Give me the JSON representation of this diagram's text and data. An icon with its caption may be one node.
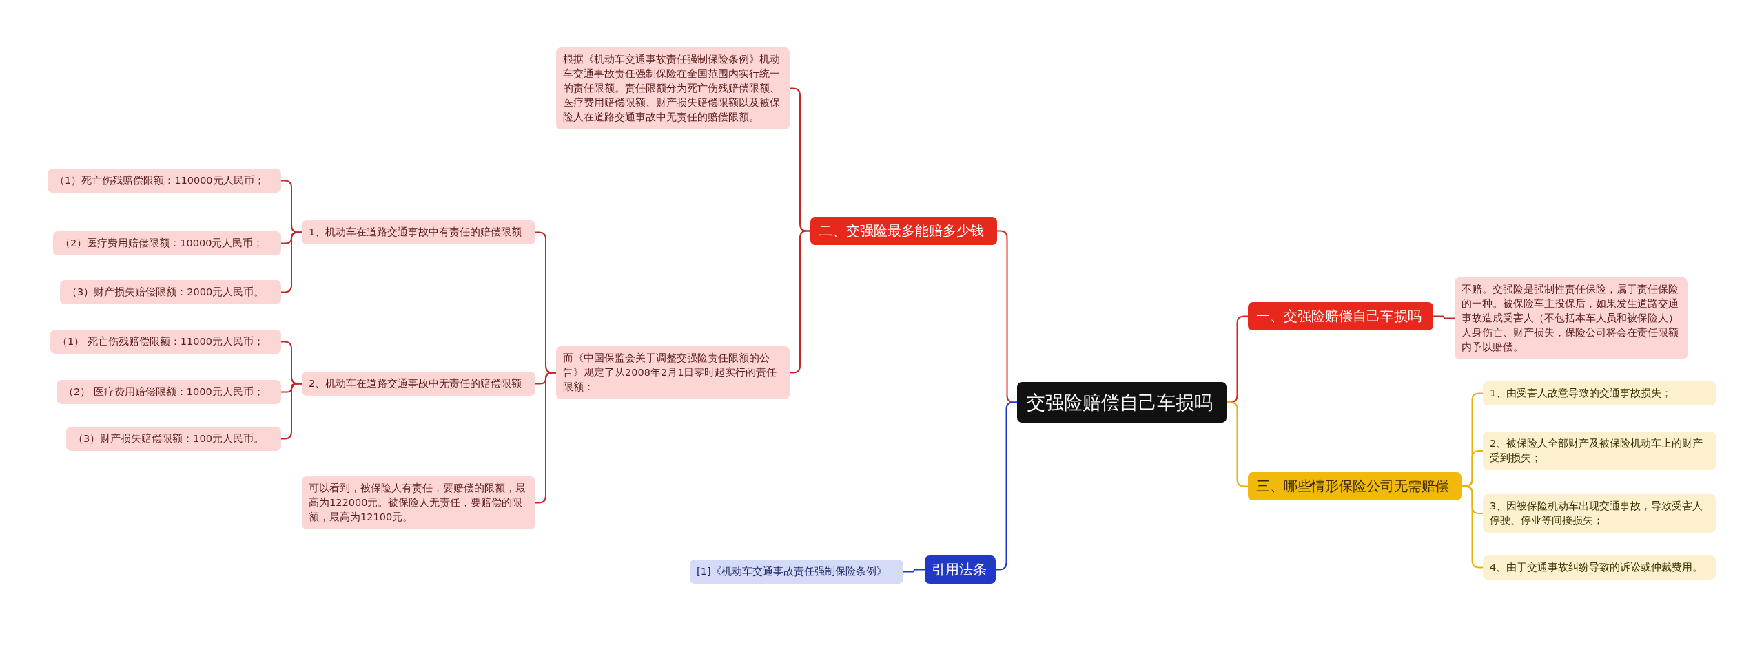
{
  "diagram": {
    "nodes": [
      {
        "text": [
          "交强险赔偿自己车损吗"
        ]
      },
      {
        "text": [
          "二、交强险最多能赔多少钱"
        ]
      },
      {
        "text": [
          "根据《机动车交通事故责任强制保险条例》机动车交通事故责任强制保险在全国范围内实行统一的责任限额。责任限额分为死亡伤残赔偿限额、医疗费用赔偿限额、财产损失赔偿限额以及被保险人在道路交通事故中无责任的赔偿限额。"
        ]
      },
      {
        "text": [
          "而《中国保监会关于调整交强险责任限额的公告》规定了从2008年2月1日零时起实行的责任限额："
        ]
      },
      {
        "text": [
          "1、机动车在道路交通事故中有责任的赔偿限额"
        ]
      },
      {
        "text": [
          "（1）死亡伤残赔偿限额：110000元人民币；"
        ]
      },
      {
        "text": [
          "（2）医疗费用赔偿限额：10000元人民币；"
        ]
      },
      {
        "text": [
          "（3）财产损失赔偿限额：2000元人民币。"
        ]
      },
      {
        "text": [
          "2、机动车在道路交通事故中无责任的赔偿限额"
        ]
      },
      {
        "text": [
          "（1） 死亡伤残赔偿限额：11000元人民币；"
        ]
      },
      {
        "text": [
          "（2） 医疗费用赔偿限额：1000元人民币；"
        ]
      },
      {
        "text": [
          "（3）财产损失赔偿限额：100元人民币。"
        ]
      },
      {
        "text": [
          "可以看到，被保险人有责任，要赔偿的限额，最高为122000元。被保险人无责任，要赔偿的限额，最高为12100元。"
        ]
      },
      {
        "text": [
          "引用法条"
        ]
      },
      {
        "text": [
          "[1]《机动车交通事故责任强制保险条例》"
        ]
      },
      {
        "text": [
          "一、交强险赔偿自己车损吗"
        ]
      },
      {
        "text": [
          "不赔。交强险是强制性责任保险，属于责任保险的一种。被保险车主投保后，如果发生道路交通事故造成受害人（不包括本车人员和被保险人）人身伤亡、财产损失，保险公司将会在责任限额内予以赔偿。"
        ]
      },
      {
        "text": [
          "三、哪些情形保险公司无需赔偿"
        ]
      },
      {
        "text": [
          "1、由受害人故意导致的交通事故损失；"
        ]
      },
      {
        "text": [
          "2、被保险人全部财产及被保险机动车上的财产受到损失；"
        ]
      },
      {
        "text": [
          "3、因被保险机动车出现交通事故，导致受害人停驶、停业等间接损失；"
        ]
      },
      {
        "text": [
          "4、由于交通事故纠纷导致的诉讼或仲裁费用。"
        ]
      }
    ],
    "edges": [
      {
        "from": 0,
        "to": 1,
        "arrow": "none",
        "color": "#e0261c"
      },
      {
        "from": 1,
        "to": 2,
        "arrow": "none"
      },
      {
        "from": 1,
        "to": 3,
        "arrow": "none"
      },
      {
        "from": 3,
        "to": 4,
        "arrow": "none"
      },
      {
        "from": 4,
        "to": 5,
        "arrow": "none"
      },
      {
        "from": 4,
        "to": 6,
        "arrow": "none"
      },
      {
        "from": 4,
        "to": 7,
        "arrow": "none"
      },
      {
        "from": 3,
        "to": 8,
        "arrow": "none"
      },
      {
        "from": 8,
        "to": 9,
        "arrow": "none"
      },
      {
        "from": 8,
        "to": 10,
        "arrow": "none"
      },
      {
        "from": 8,
        "to": 11,
        "arrow": "none"
      },
      {
        "from": 3,
        "to": 12,
        "arrow": "none"
      },
      {
        "from": 0,
        "to": 13,
        "arrow": "none",
        "color": "#2239c8"
      },
      {
        "from": 13,
        "to": 14,
        "arrow": "none",
        "color": "#2239c8"
      },
      {
        "from": 0,
        "to": 15,
        "arrow": "none",
        "color": "#e0261c"
      },
      {
        "from": 15,
        "to": 16,
        "arrow": "none"
      },
      {
        "from": 0,
        "to": 17,
        "arrow": "none",
        "color": "#e8b20e"
      },
      {
        "from": 17,
        "to": 18,
        "arrow": "none",
        "color": "#e8b20e"
      },
      {
        "from": 17,
        "to": 19,
        "arrow": "none",
        "color": "#e8b20e"
      },
      {
        "from": 17,
        "to": 20,
        "arrow": "none",
        "color": "#e8b20e"
      },
      {
        "from": 17,
        "to": 21,
        "arrow": "none",
        "color": "#e8b20e"
      }
    ]
  }
}
